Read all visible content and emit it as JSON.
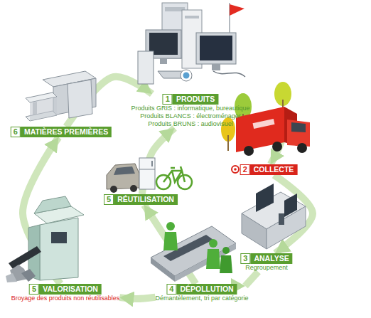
{
  "diagram": {
    "nodes": [
      {
        "text": [
          "1",
          "PRODUITS",
          "Produits GRIS : informatique, bureautique",
          "Produits BLANCS : électroménager",
          "Produits BRUNS : audiovisuel"
        ]
      },
      {
        "text": [
          "2",
          "COLLECTE"
        ]
      },
      {
        "text": [
          "3",
          "ANALYSE",
          "Regroupement"
        ]
      },
      {
        "text": [
          "4",
          "DÉPOLLUTION",
          "Démantèlement, tri par catégorie"
        ]
      },
      {
        "text": [
          "5",
          "RÉUTILISATION"
        ]
      },
      {
        "text": [
          "5",
          "VALORISATION",
          "Broyage des produits non réutilisables"
        ]
      },
      {
        "text": [
          "6",
          "MATIÈRES PREMIÈRES"
        ]
      }
    ],
    "edges": [
      {
        "from": 0,
        "to": 1,
        "arrow": "to"
      },
      {
        "from": 1,
        "to": 2,
        "arrow": "to"
      },
      {
        "from": 2,
        "to": 3,
        "arrow": "to"
      },
      {
        "from": 3,
        "to": 5,
        "arrow": "to"
      },
      {
        "from": 5,
        "to": 6,
        "arrow": "to"
      },
      {
        "from": 6,
        "to": 0,
        "arrow": "to"
      },
      {
        "from": 3,
        "to": 4,
        "arrow": "to"
      },
      {
        "from": 4,
        "to": 0,
        "arrow": "to"
      }
    ]
  }
}
